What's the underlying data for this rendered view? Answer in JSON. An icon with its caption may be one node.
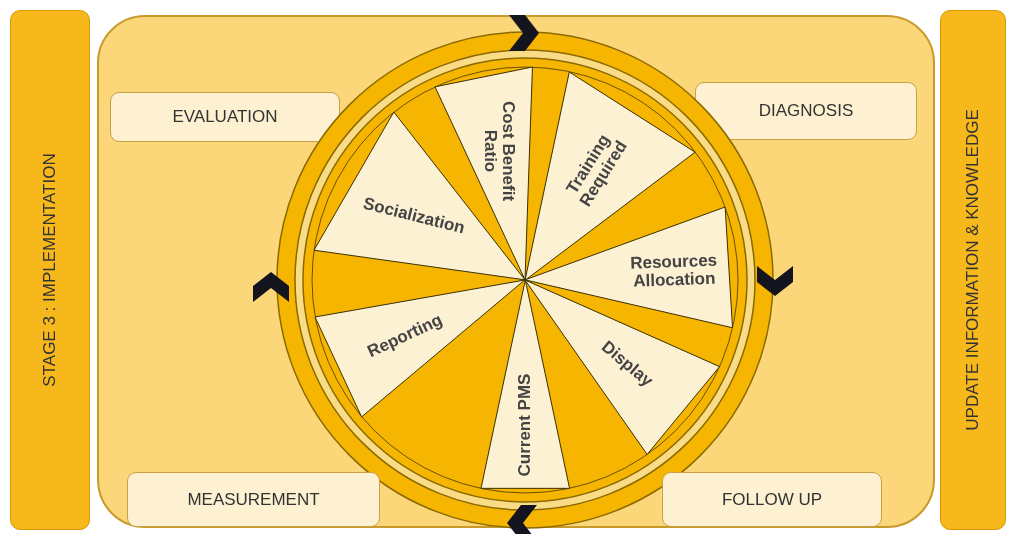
{
  "diagram": {
    "nodes": [
      {
        "text": [
          "STAGE 3 : IMPLEMENTATION"
        ]
      },
      {
        "text": [],
        "shape": "box"
      },
      {
        "text": [
          "EVALUATION"
        ],
        "in": 1
      },
      {
        "text": [
          "DIAGNOSIS"
        ],
        "in": 1
      },
      {
        "text": [],
        "shape": "circle",
        "in": 1
      },
      {
        "text": [
          "Cost Benefit Ratio"
        ],
        "in": 4
      },
      {
        "text": [
          "Training Required"
        ],
        "in": 4
      },
      {
        "text": [
          "Socialization"
        ],
        "in": 4
      },
      {
        "text": [
          "Resources Allocation"
        ],
        "in": 4
      },
      {
        "text": [
          "Reporting"
        ],
        "in": 4
      },
      {
        "text": [
          "Display"
        ],
        "in": 4
      },
      {
        "text": [
          "Current PMS"
        ],
        "in": 4
      },
      {
        "text": [
          "MEASUREMENT"
        ],
        "in": 1
      },
      {
        "text": [
          "FOLLOW UP"
        ],
        "in": 1
      },
      {
        "text": [
          "UPDATE INFORMATION & KNOWLEDGE"
        ]
      }
    ]
  }
}
